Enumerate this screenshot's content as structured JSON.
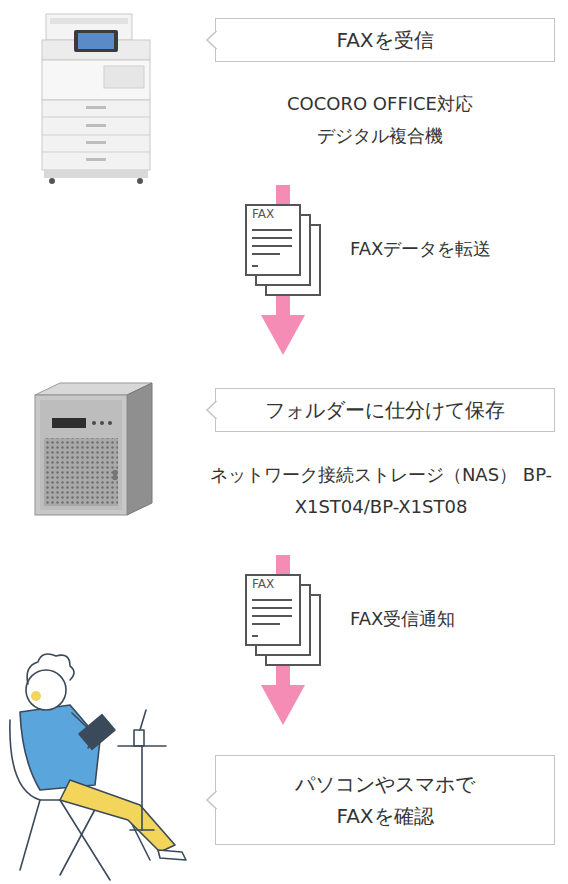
{
  "diagram": {
    "nodes": [
      {
        "text": [
          "FAXを受信",
          "COCORO OFFICE対応 デジタル複合機"
        ]
      },
      {
        "text": [
          "フォルダーに仕分けて保存",
          "ネットワーク接続ストレージ（NAS） BP-X1ST04/BP-X1ST08"
        ]
      },
      {
        "text": [
          "パソコンやスマホで FAXを確認"
        ]
      }
    ],
    "edges": [
      {
        "from": 0,
        "to": 1,
        "arrow": "to",
        "label": "FAXデータを転送"
      },
      {
        "from": 1,
        "to": 2,
        "arrow": "to",
        "label": "FAX受信通知"
      }
    ],
    "labels": [
      "FAX",
      "FAX"
    ]
  }
}
